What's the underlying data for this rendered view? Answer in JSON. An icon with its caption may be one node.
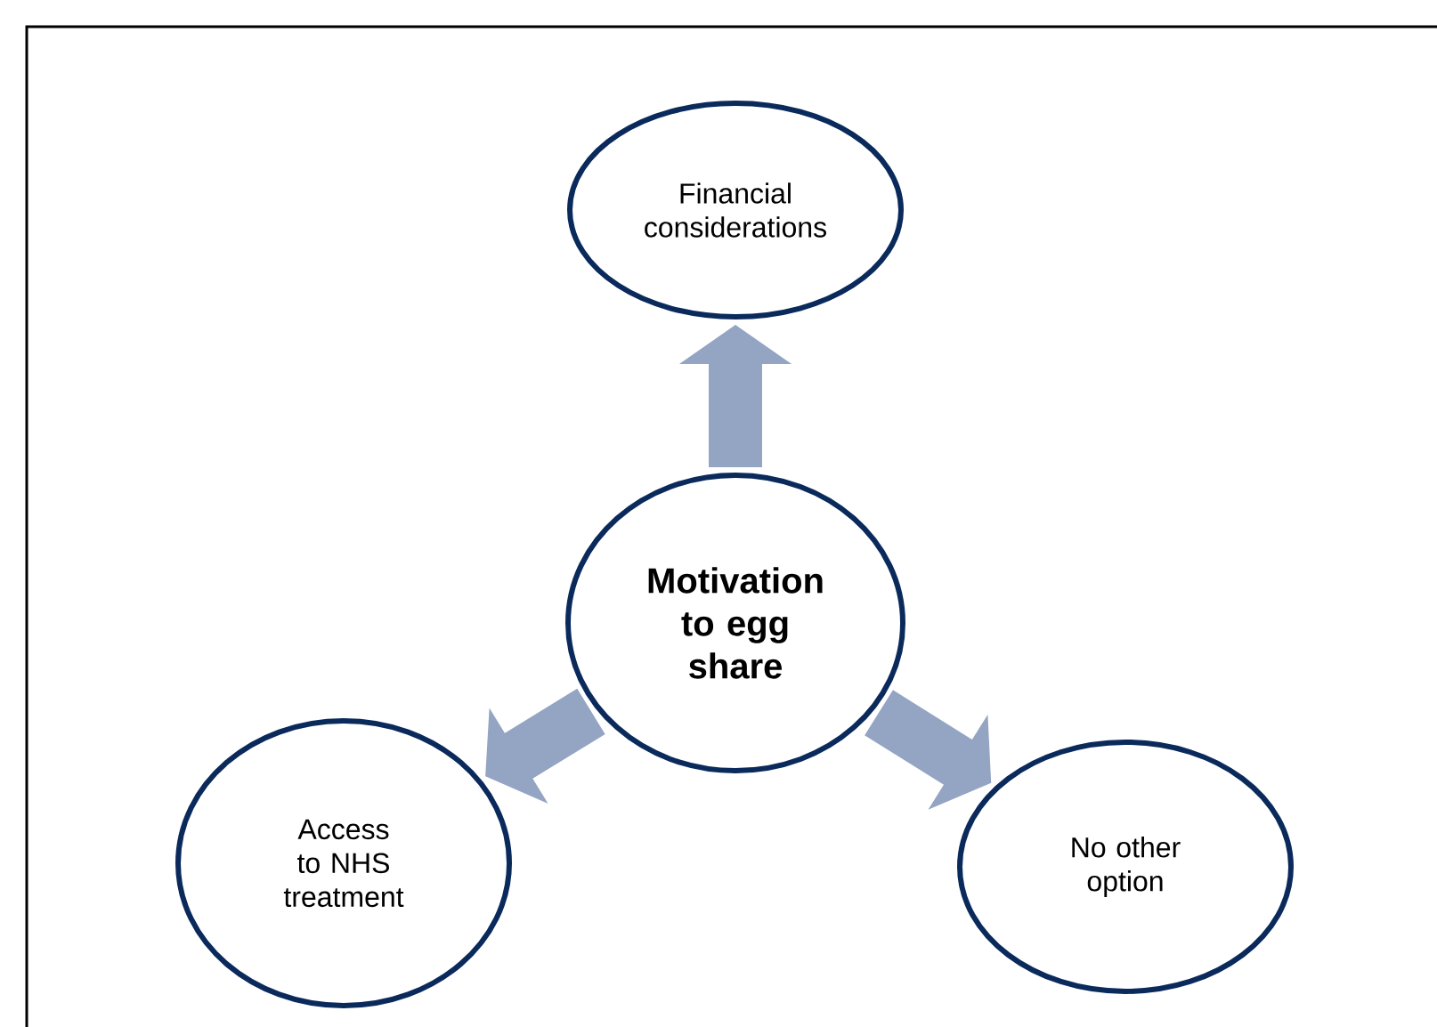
{
  "diagram": {
    "nodes": [
      {
        "text": [
          "Motivation to egg share"
        ]
      },
      {
        "text": [
          "Financial considerations"
        ]
      },
      {
        "text": [
          "Access to NHS treatment"
        ]
      },
      {
        "text": [
          "No other option"
        ]
      }
    ],
    "edges": [
      {
        "from": 0,
        "to": 1,
        "arrow": "to"
      },
      {
        "from": 0,
        "to": 2,
        "arrow": "to"
      },
      {
        "from": 0,
        "to": 3,
        "arrow": "to"
      }
    ]
  }
}
